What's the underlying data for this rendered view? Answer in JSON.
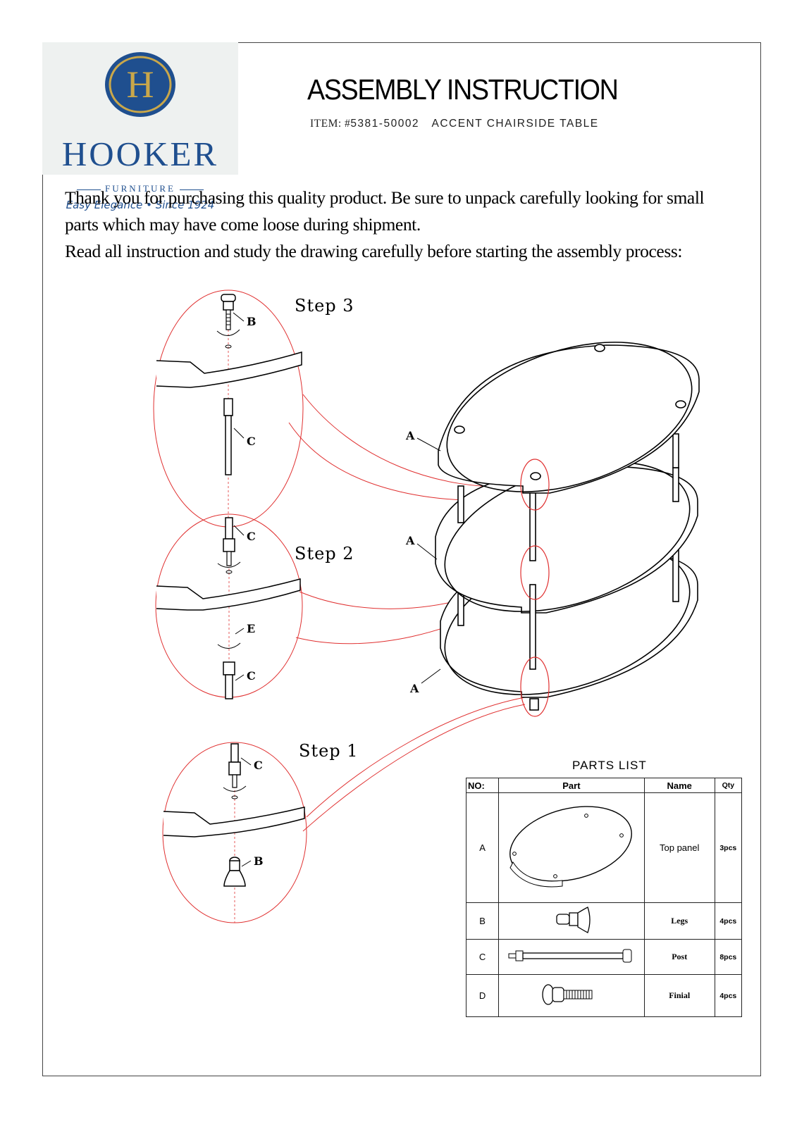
{
  "logo": {
    "monogram": "H",
    "brand": "HOOKER",
    "subbrand": "FURNITURE",
    "tagline": "Easy Elegance • Since 1924"
  },
  "header": {
    "title": "ASSEMBLY INSTRUCTION",
    "item_prefix": "ITEM: #",
    "item_number": "5381-50002",
    "item_name": "ACCENT CHAIRSIDE TABLE"
  },
  "intro": {
    "line1": "Thank you for purchasing this quality product. Be sure to unpack  carefully looking for small",
    "line2": "parts which may have come loose  during shipment.",
    "line3": "Read all instruction and study the drawing carefully before starting the assembly process:"
  },
  "steps": {
    "step3": "Step 3",
    "step2": "Step 2",
    "step1": "Step 1"
  },
  "labels": {
    "a": "A",
    "b": "B",
    "c": "C",
    "e": "E"
  },
  "parts_list": {
    "title": "PARTS LIST",
    "headers": {
      "no": "NO:",
      "part": "Part",
      "name": "Name",
      "qty": "Qty"
    },
    "rows": [
      {
        "no": "A",
        "name": "Top panel",
        "qty": "3pcs"
      },
      {
        "no": "B",
        "name": "Legs",
        "qty": "4pcs"
      },
      {
        "no": "C",
        "name": "Post",
        "qty": "8pcs"
      },
      {
        "no": "D",
        "name": "Finial",
        "qty": "4pcs"
      }
    ]
  },
  "colors": {
    "brand_blue": "#1f4f8f",
    "callout_red": "#e03030"
  }
}
